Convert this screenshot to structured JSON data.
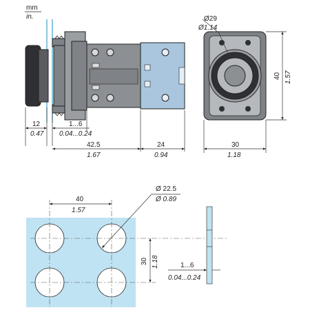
{
  "units": {
    "primary": "mm",
    "secondary": "in."
  },
  "side_view": {
    "dims": [
      {
        "mm": "12",
        "in": "0.47"
      },
      {
        "mm": "1...6",
        "in": "0.04...0.24"
      },
      {
        "mm": "42.5",
        "in": "1.67"
      },
      {
        "mm": "24",
        "in": "0.94"
      }
    ]
  },
  "front_view": {
    "diameter": {
      "mm": "Ø29",
      "in": "Ø1.14"
    },
    "height": {
      "mm": "40",
      "in": "1.57"
    },
    "width": {
      "mm": "30",
      "in": "1.18"
    }
  },
  "panel_cutout": {
    "horizontal_spacing": {
      "mm": "40",
      "in": "1.57"
    },
    "hole_diameter": {
      "mm": "Ø 22.5",
      "in": "Ø 0.89"
    },
    "vertical_spacing": {
      "mm": "30",
      "in": "1.18"
    },
    "panel_thickness": {
      "mm": "1...6",
      "in": "0.04...0.24"
    }
  },
  "colors": {
    "panel": "#bfe3f3",
    "body": "#7f8286",
    "body_light": "#b5b8bc",
    "cap": "#2f3033",
    "module": "#a9c6de"
  }
}
